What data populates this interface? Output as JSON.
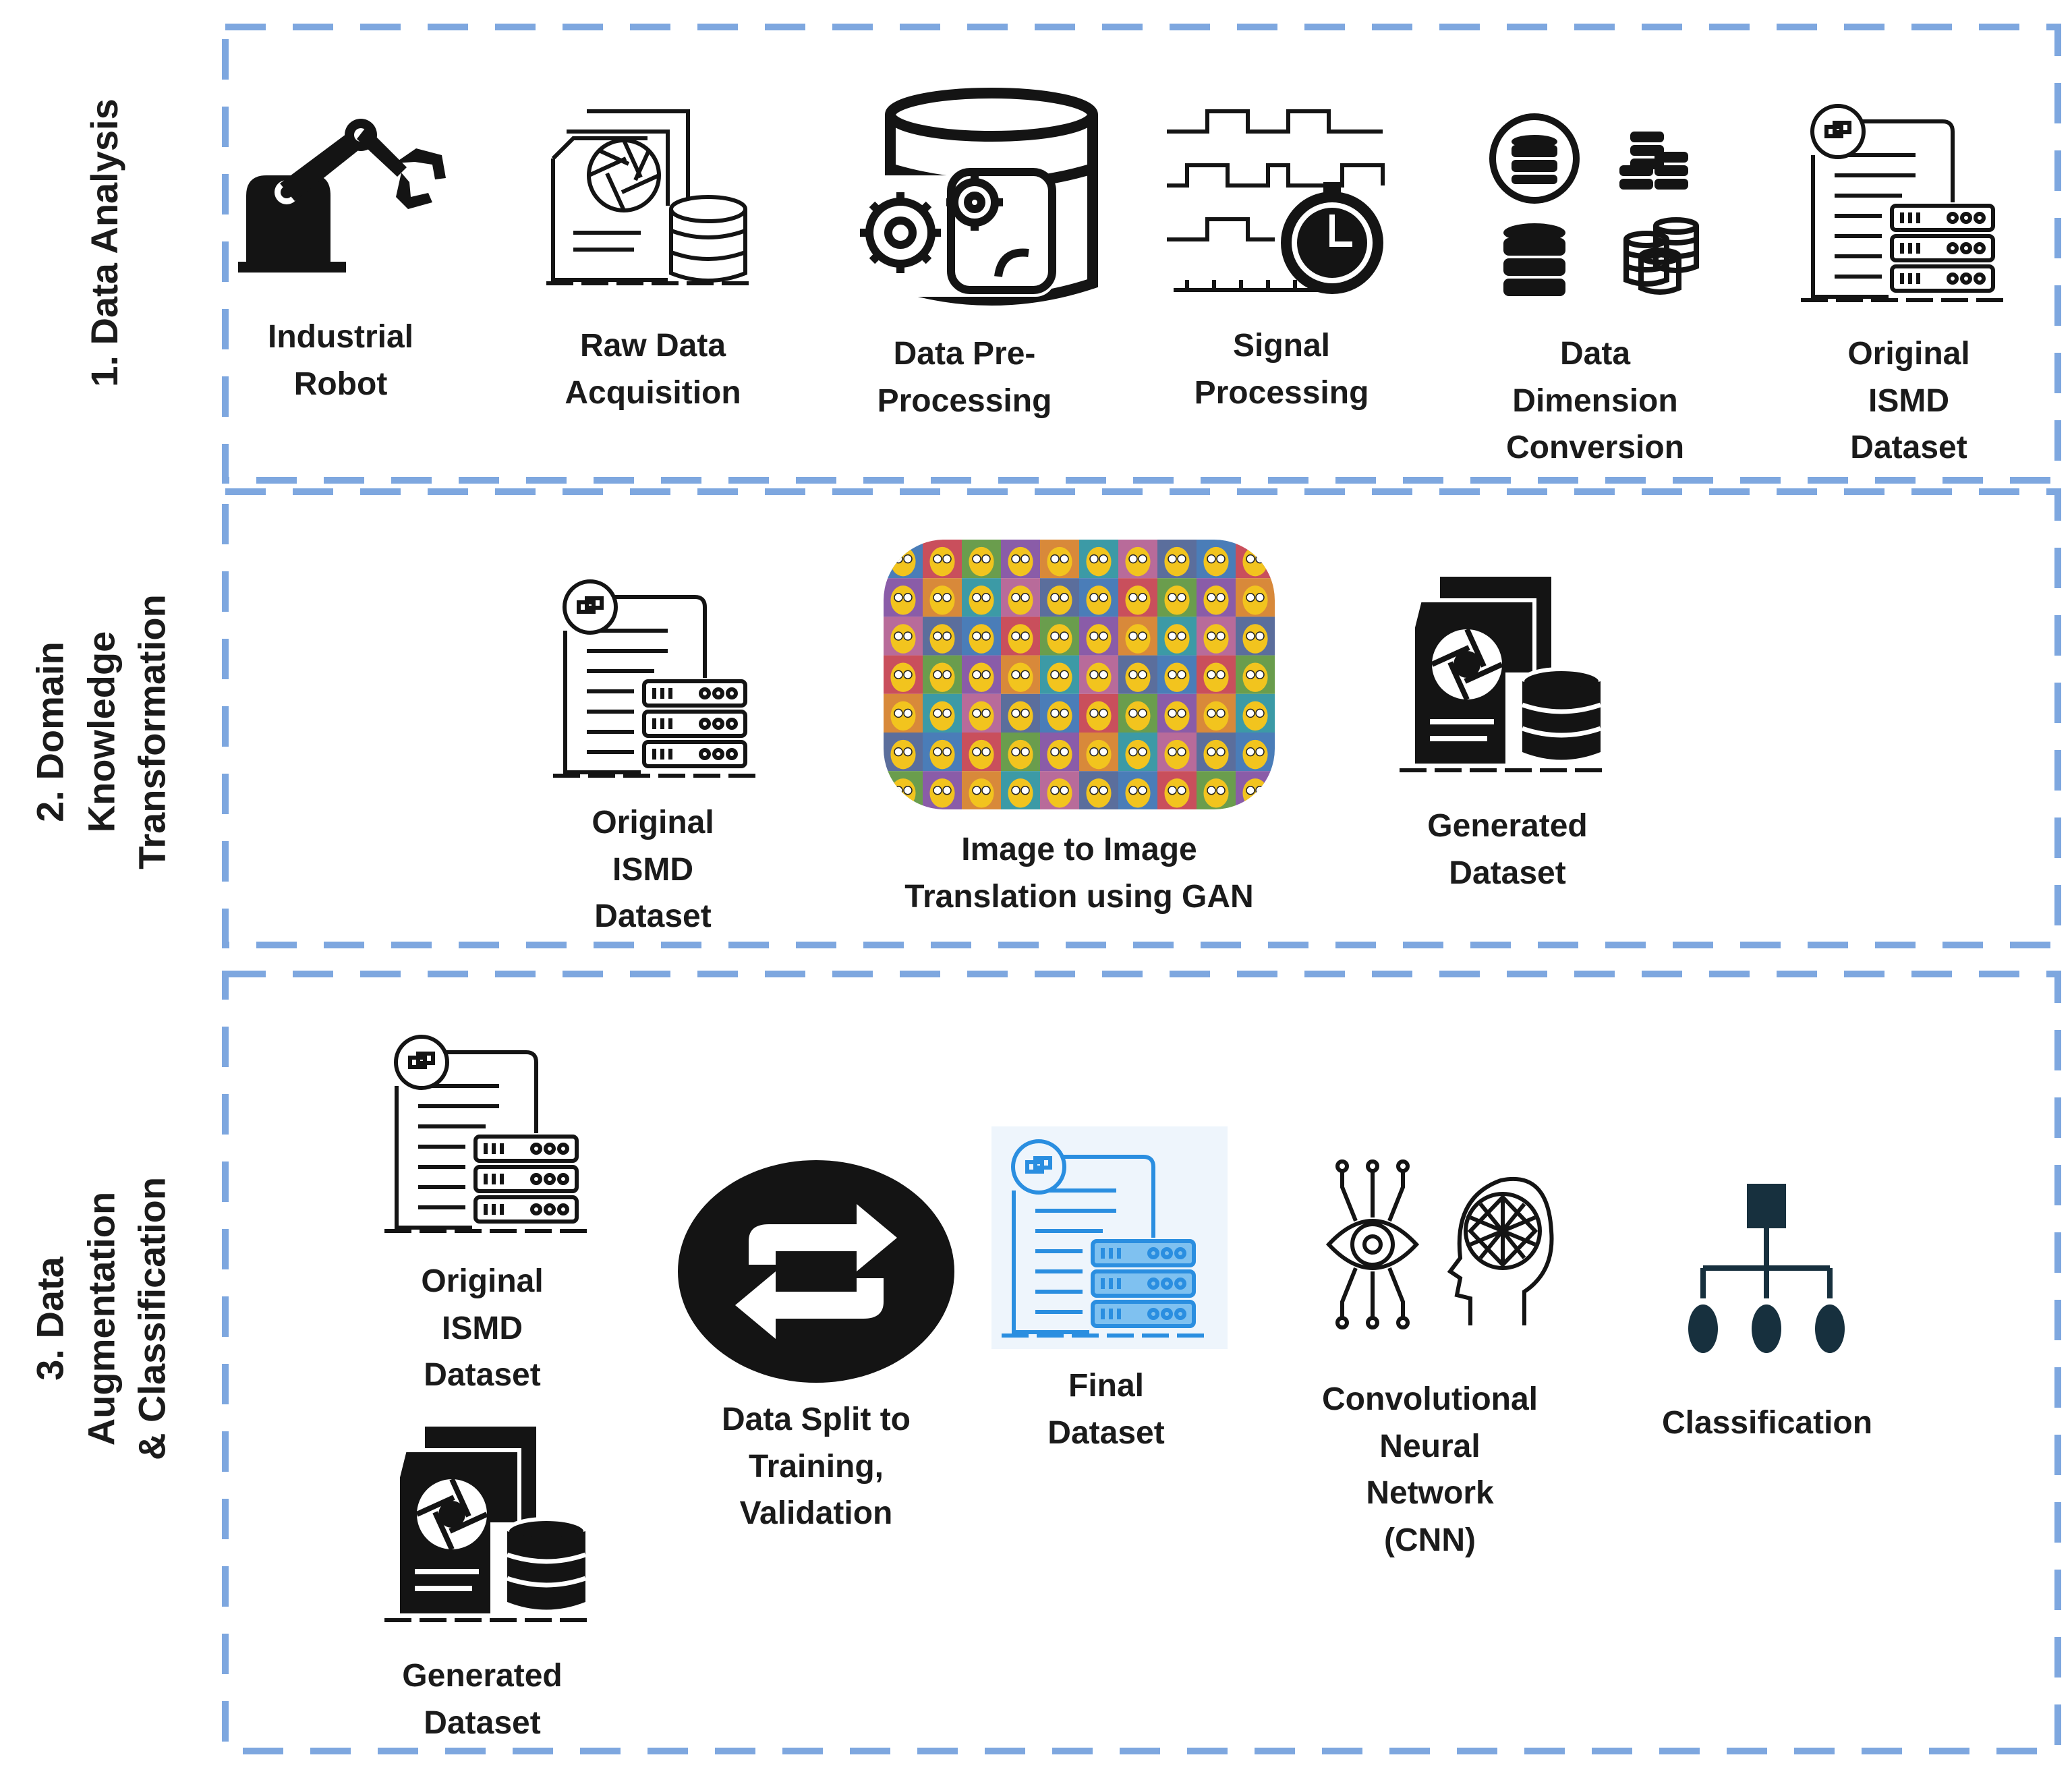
{
  "colors": {
    "border": "#7ea7df",
    "ink": "#141414",
    "final_blue": "#2a8ee0",
    "final_bg": "#eef5fc",
    "classify_navy": "#17303e"
  },
  "sections": [
    {
      "title": "1. Data Analysis",
      "items": [
        {
          "icon": "industrial-robot-icon",
          "label": "Industrial\nRobot"
        },
        {
          "icon": "raw-data-icon",
          "label": "Raw Data\nAcquisition"
        },
        {
          "icon": "database-gears-icon",
          "label": "Data Pre-\nProcessing"
        },
        {
          "icon": "signal-clock-icon",
          "label": "Signal\nProcessing"
        },
        {
          "icon": "database-stack-icon",
          "label": "Data\nDimension\nConversion"
        },
        {
          "icon": "dataset-server-icon",
          "label": "Original\nISMD\nDataset"
        }
      ]
    },
    {
      "title": "2. Domain\nKnowledge\nTransformation",
      "items": [
        {
          "icon": "dataset-server-icon",
          "label": "Original\nISMD\nDataset"
        },
        {
          "icon": "gan-image-grid",
          "label": "Image to Image\nTranslation using GAN"
        },
        {
          "icon": "generated-dataset-icon",
          "label": "Generated\nDataset"
        }
      ]
    },
    {
      "title": "3. Data\nAugmentation\n& Classification",
      "items": [
        {
          "icon": "dataset-server-icon",
          "label": "Original\nISMD\nDataset"
        },
        {
          "icon": "generated-dataset-icon",
          "label": "Generated\nDataset"
        },
        {
          "icon": "swap-arrows-icon",
          "label": "Data Split to\nTraining,\nValidation"
        },
        {
          "icon": "dataset-server-icon",
          "label": "Final\nDataset"
        },
        {
          "icon": "cnn-icon",
          "label": "Convolutional\nNeural\nNetwork\n(CNN)"
        },
        {
          "icon": "hierarchy-icon",
          "label": "Classification"
        }
      ]
    }
  ]
}
